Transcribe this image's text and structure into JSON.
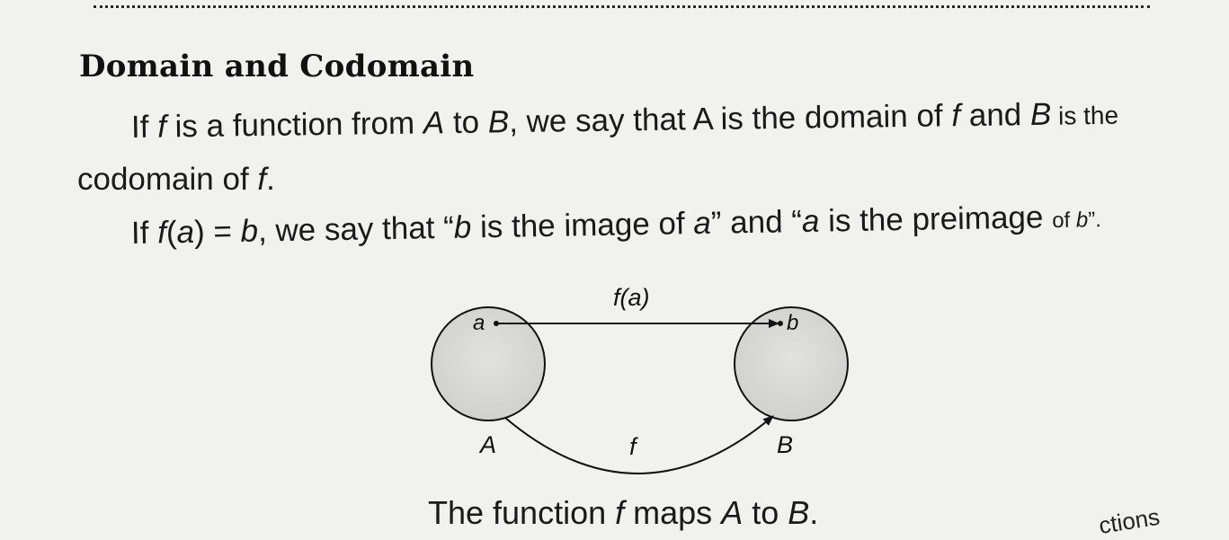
{
  "heading": "Domain and Codomain",
  "paragraph1": {
    "t1": "If ",
    "f1": "f",
    "t2": " is a function from ",
    "A1": "A",
    "t3": " to ",
    "B1": "B",
    "t4": ", we say that A is the domain of ",
    "f2": "f",
    "t5": " and ",
    "B2": "B",
    "t6": " is the"
  },
  "paragraph2": {
    "t1": "codomain of ",
    "f1": "f",
    "t2": "."
  },
  "paragraph3": {
    "t1": "If ",
    "fa": "f",
    "t2": "(",
    "a1": "a",
    "t3": ") = ",
    "b1": "b",
    "t4": ", we say that “",
    "b2": "b",
    "t5": " is the image of ",
    "a2": "a",
    "t6": "” and “",
    "a3": "a",
    "t7": " is the preimage ",
    "t8": "of ",
    "b3": "b",
    "t9": "”."
  },
  "diagram": {
    "label_fa": "f(a)",
    "label_a": "a",
    "label_b": "b",
    "label_A": "A",
    "label_B": "B",
    "label_f": "f"
  },
  "caption": {
    "t1": "The function ",
    "f": "f",
    "t2": " maps ",
    "A": "A",
    "t3": " to ",
    "B": "B",
    "t4": "."
  },
  "corner_text": "ctions"
}
